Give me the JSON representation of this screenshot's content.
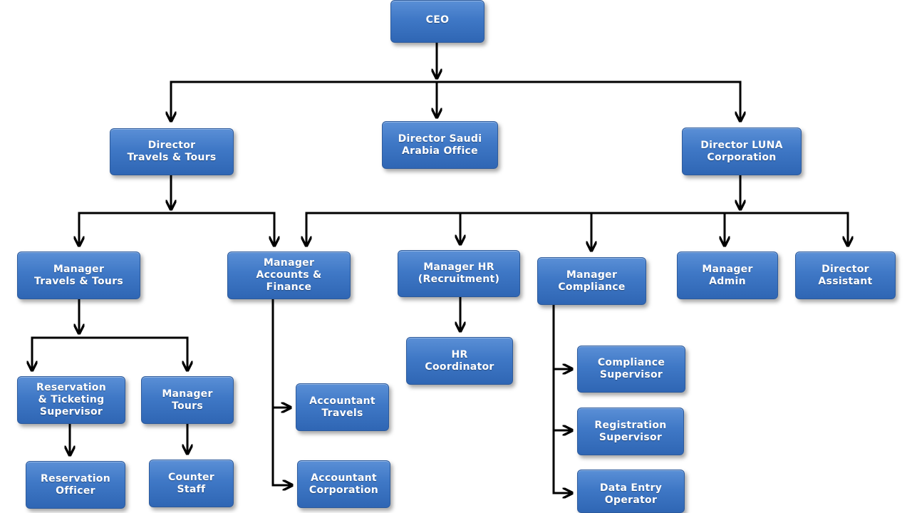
{
  "nodes": {
    "ceo": "CEO",
    "director_travels_tours": "Director\nTravels & Tours",
    "director_saudi": "Director Saudi\nArabia Office",
    "director_luna": "Director LUNA\nCorporation",
    "manager_travels_tours": "Manager\nTravels & Tours",
    "manager_accounts_finance": "Manager\nAccounts &\nFinance",
    "manager_hr": "Manager  HR\n(Recruitment)",
    "manager_compliance": "Manager\nCompliance",
    "manager_admin": "Manager\nAdmin",
    "director_assistant": "Director\nAssistant",
    "reservation_ticketing_supervisor": "Reservation\n& Ticketing\nSupervisor",
    "manager_tours": "Manager\nTours",
    "hr_coordinator": "HR\nCoordinator",
    "compliance_supervisor": "Compliance\nSupervisor",
    "registration_supervisor": "Registration\nSupervisor",
    "data_entry_operator": "Data Entry\nOperator",
    "accountant_travels": "Accountant\nTravels",
    "accountant_corporation": "Accountant\nCorporation",
    "reservation_officer": "Reservation\nOfficer",
    "counter_staff": "Counter\nStaff"
  },
  "colors": {
    "node_fill": "#3f78c6",
    "node_border": "#2c5a9c",
    "node_text": "#ffffff",
    "connector": "#000000"
  }
}
